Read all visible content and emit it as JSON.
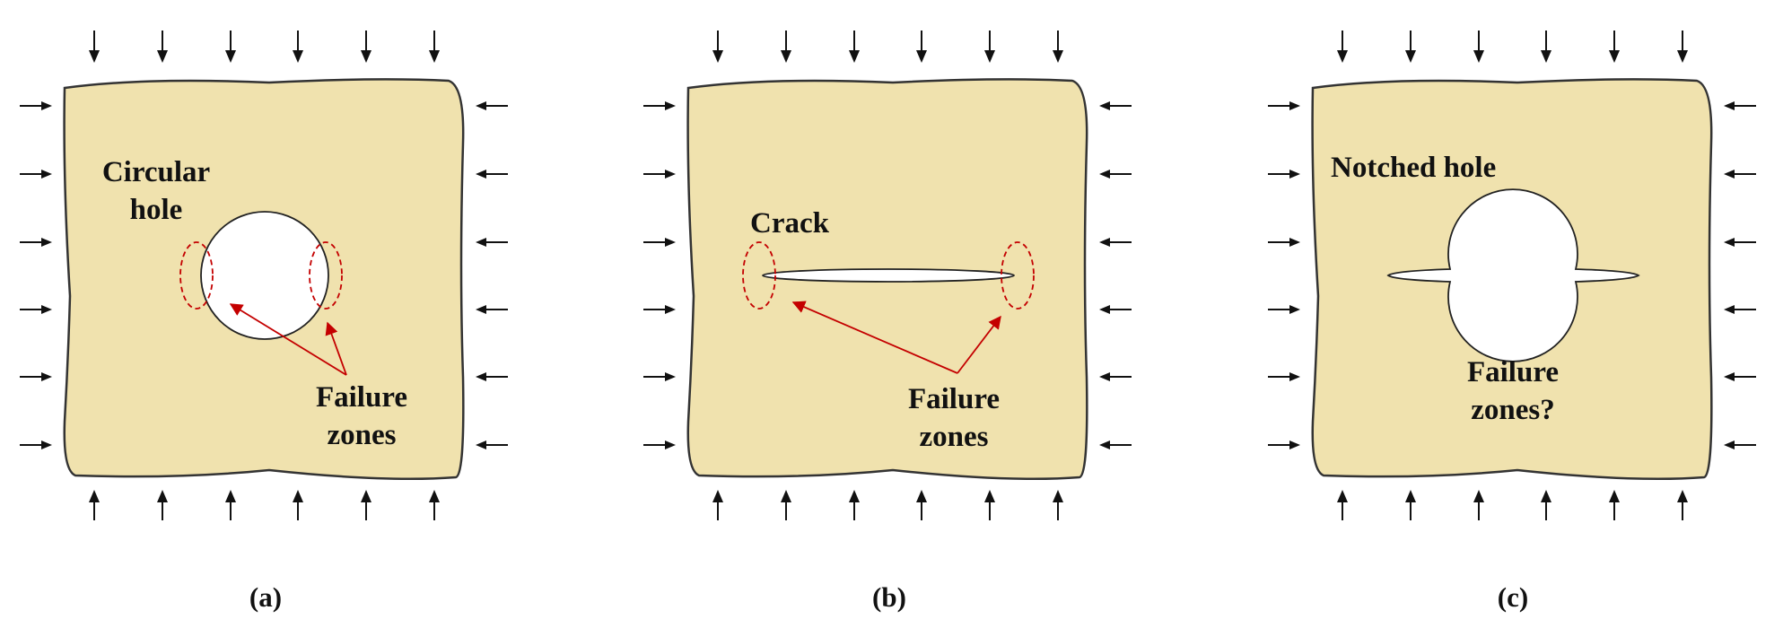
{
  "colors": {
    "plate": "#f0e2ae",
    "plate_stroke": "#333333",
    "load_arrow": "#111111",
    "failure": "#c40000"
  },
  "panels": [
    {
      "id": "a",
      "caption": "(a)",
      "feature": "circular-hole",
      "label_lines": [
        "Circular",
        "hole"
      ],
      "failure_lines": [
        "Failure",
        "zones"
      ]
    },
    {
      "id": "b",
      "caption": "(b)",
      "feature": "crack",
      "label_lines": [
        "Crack"
      ],
      "failure_lines": [
        "Failure",
        "zones"
      ]
    },
    {
      "id": "c",
      "caption": "(c)",
      "feature": "notched-hole",
      "label_lines": [
        "Notched hole"
      ],
      "failure_lines": [
        "Failure",
        "zones?"
      ]
    }
  ]
}
